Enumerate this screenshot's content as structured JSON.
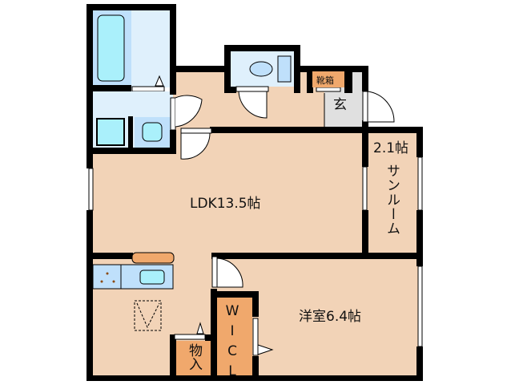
{
  "rooms": {
    "ldk": "LDK13.5帖",
    "western_room": "洋室6.4帖",
    "sunroom_size": "2.1帖",
    "sunroom": "サンルーム",
    "wic": "WICL",
    "storage": "物入",
    "entrance": "玄",
    "shoe_box": "靴箱"
  },
  "colors": {
    "floor": "#f2d3b7",
    "wet_area": "#dff0fc",
    "fixture": "#aaf0fb",
    "storage": "#f0a86c",
    "entrance": "#e0e0e0",
    "wall": "#000000"
  }
}
